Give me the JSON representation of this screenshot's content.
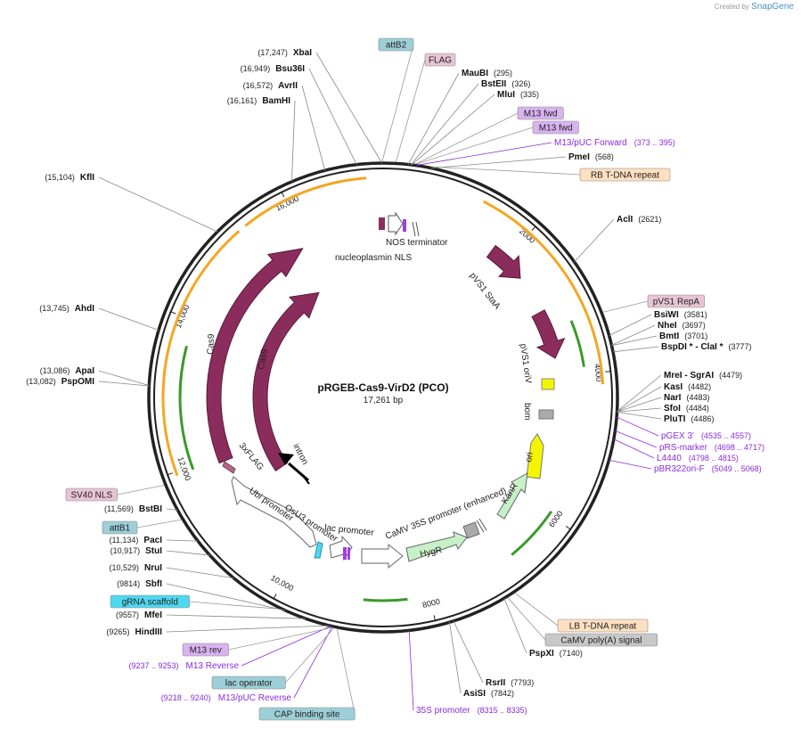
{
  "credit": {
    "prefix": "Created by",
    "brand": "SnapGene"
  },
  "center": {
    "name": "pRGEB-Cas9-VirD2 (PCO)",
    "size": "17,261 bp"
  },
  "ticks": [
    {
      "label": "2000",
      "bp": 2000
    },
    {
      "label": "4000",
      "bp": 4000
    },
    {
      "label": "6000",
      "bp": 6000
    },
    {
      "label": "8000",
      "bp": 8000
    },
    {
      "label": "10,000",
      "bp": 10000
    },
    {
      "label": "12,000",
      "bp": 12000
    },
    {
      "label": "14,000",
      "bp": 14000
    },
    {
      "label": "16,000",
      "bp": 16000
    }
  ],
  "enzymes": [
    {
      "name": "XbaI",
      "pos": "(17,247)",
      "bp": 17247,
      "side": "L"
    },
    {
      "name": "Bsu36I",
      "pos": "(16,949)",
      "bp": 16949,
      "side": "L"
    },
    {
      "name": "AvrII",
      "pos": "(16,572)",
      "bp": 16572,
      "side": "L"
    },
    {
      "name": "BamHI",
      "pos": "(16,161)",
      "bp": 16161,
      "side": "L"
    },
    {
      "name": "KflI",
      "pos": "(15,104)",
      "bp": 15104,
      "side": "L"
    },
    {
      "name": "AhdI",
      "pos": "(13,745)",
      "bp": 13745,
      "side": "L"
    },
    {
      "name": "ApaI",
      "pos": "(13,086)",
      "bp": 13086,
      "side": "L"
    },
    {
      "name": "PspOMI",
      "pos": "(13,082)",
      "bp": 13082,
      "side": "L"
    },
    {
      "name": "BstBI",
      "pos": "(11,569)",
      "bp": 11569,
      "side": "L"
    },
    {
      "name": "PacI",
      "pos": "(11,134)",
      "bp": 11134,
      "side": "L"
    },
    {
      "name": "StuI",
      "pos": "(10,917)",
      "bp": 10917,
      "side": "L"
    },
    {
      "name": "NruI",
      "pos": "(10,529)",
      "bp": 10529,
      "side": "L"
    },
    {
      "name": "SbfI",
      "pos": "(9814)",
      "bp": 9814,
      "side": "L"
    },
    {
      "name": "MfeI",
      "pos": "(9557)",
      "bp": 9557,
      "side": "L"
    },
    {
      "name": "HindIII",
      "pos": "(9265)",
      "bp": 9265,
      "side": "L"
    },
    {
      "name": "MauBI",
      "pos": "(295)",
      "bp": 295,
      "side": "R"
    },
    {
      "name": "BstEII",
      "pos": "(326)",
      "bp": 326,
      "side": "R"
    },
    {
      "name": "MluI",
      "pos": "(335)",
      "bp": 335,
      "side": "R"
    },
    {
      "name": "PmeI",
      "pos": "(568)",
      "bp": 568,
      "side": "R"
    },
    {
      "name": "AclI",
      "pos": "(2621)",
      "bp": 2621,
      "side": "R"
    },
    {
      "name": "BsiWI",
      "pos": "(3581)",
      "bp": 3581,
      "side": "R"
    },
    {
      "name": "NheI",
      "pos": "(3697)",
      "bp": 3697,
      "side": "R"
    },
    {
      "name": "BmtI",
      "pos": "(3701)",
      "bp": 3701,
      "side": "R"
    },
    {
      "name": "BspDI * - ClaI *",
      "pos": "(3777)",
      "bp": 3777,
      "side": "R"
    },
    {
      "name": "MreI - SgrAI",
      "pos": "(4479)",
      "bp": 4479,
      "side": "R"
    },
    {
      "name": "KasI",
      "pos": "(4482)",
      "bp": 4482,
      "side": "R"
    },
    {
      "name": "NarI",
      "pos": "(4483)",
      "bp": 4483,
      "side": "R"
    },
    {
      "name": "SfoI",
      "pos": "(4484)",
      "bp": 4484,
      "side": "R"
    },
    {
      "name": "PluTI",
      "pos": "(4486)",
      "bp": 4486,
      "side": "R"
    },
    {
      "name": "PspXI",
      "pos": "(7140)",
      "bp": 7140,
      "side": "R"
    },
    {
      "name": "RsrII",
      "pos": "(7793)",
      "bp": 7793,
      "side": "R"
    },
    {
      "name": "AsiSI",
      "pos": "(7842)",
      "bp": 7842,
      "side": "R"
    }
  ],
  "primers": [
    {
      "name": "M13/pUC Forward",
      "pos": "(373 .. 395)",
      "bp": 384
    },
    {
      "name": "pGEX 3'",
      "pos": "(4535 .. 4557)",
      "bp": 4546
    },
    {
      "name": "pRS-marker",
      "pos": "(4698 .. 4717)",
      "bp": 4707
    },
    {
      "name": "L4440",
      "pos": "(4798 .. 4815)",
      "bp": 4806
    },
    {
      "name": "pBR322ori-F",
      "pos": "(5049 .. 5068)",
      "bp": 5058
    },
    {
      "name": "35S promoter",
      "pos": "(8315 .. 8335)",
      "bp": 8325
    },
    {
      "name": "M13/pUC Reverse",
      "pos": "(9218 .. 9240)",
      "bp": 9229
    },
    {
      "name": "M13 Reverse",
      "pos": "(9237 .. 9253)",
      "bp": 9245
    }
  ],
  "feature_boxes": [
    {
      "name": "attB2",
      "color": "#9ccfd8",
      "bp": 17250
    },
    {
      "name": "FLAG",
      "color": "#e8c4d4",
      "bp": 150
    },
    {
      "name": "M13 fwd",
      "color": "#d9b3f0",
      "bp": 390
    },
    {
      "name": "M13 fwd",
      "color": "#d9b3f0",
      "bp": 395
    },
    {
      "name": "RB T-DNA repeat",
      "color": "#fde0c0",
      "bp": 600
    },
    {
      "name": "pVS1 RepA",
      "color": "#e8c4d4",
      "bp": 3300
    },
    {
      "name": "LB T-DNA repeat",
      "color": "#fde0c0",
      "bp": 7000
    },
    {
      "name": "CaMV poly(A) signal",
      "color": "#c8c8c8",
      "bp": 7100
    },
    {
      "name": "SV40 NLS",
      "color": "#e8c4d4",
      "bp": 11900
    },
    {
      "name": "attB1",
      "color": "#9ccfd8",
      "bp": 11450
    },
    {
      "name": "gRNA scaffold",
      "color": "#4fd8f0",
      "bp": 9900
    },
    {
      "name": "M13 rev",
      "color": "#d9b3f0",
      "bp": 9240
    },
    {
      "name": "lac operator",
      "color": "#9ccfd8",
      "bp": 9210
    },
    {
      "name": "CAP binding site",
      "color": "#9ccfd8",
      "bp": 9170
    }
  ],
  "inner_labels": {
    "nos": "NOS terminator",
    "nls": "nucleoplasmin NLS",
    "stab": "pVS1 StaA",
    "oriv": "pVS1 oriV",
    "bom": "bom",
    "ori": "ori",
    "kanr": "KanR",
    "camv": "CaMV 35S promoter (enhanced)",
    "hygr": "HygR",
    "lac": "lac promoter",
    "osu3": "OsU3 promoter",
    "ubi": "Ubi promoter",
    "flag3": "3xFLAG",
    "intron": "intron",
    "cas9_outer": "Cas9",
    "cas9_inner": "Cas9"
  },
  "colors": {
    "backbone": "#222222",
    "cas9": "#8b2d5c",
    "orange_feature": "#f5a623",
    "green_feature": "#3a9a2a",
    "primer": "#8a2be2",
    "hygr_fill": "#c8f0c8",
    "ori_fill": "#f5f500"
  }
}
